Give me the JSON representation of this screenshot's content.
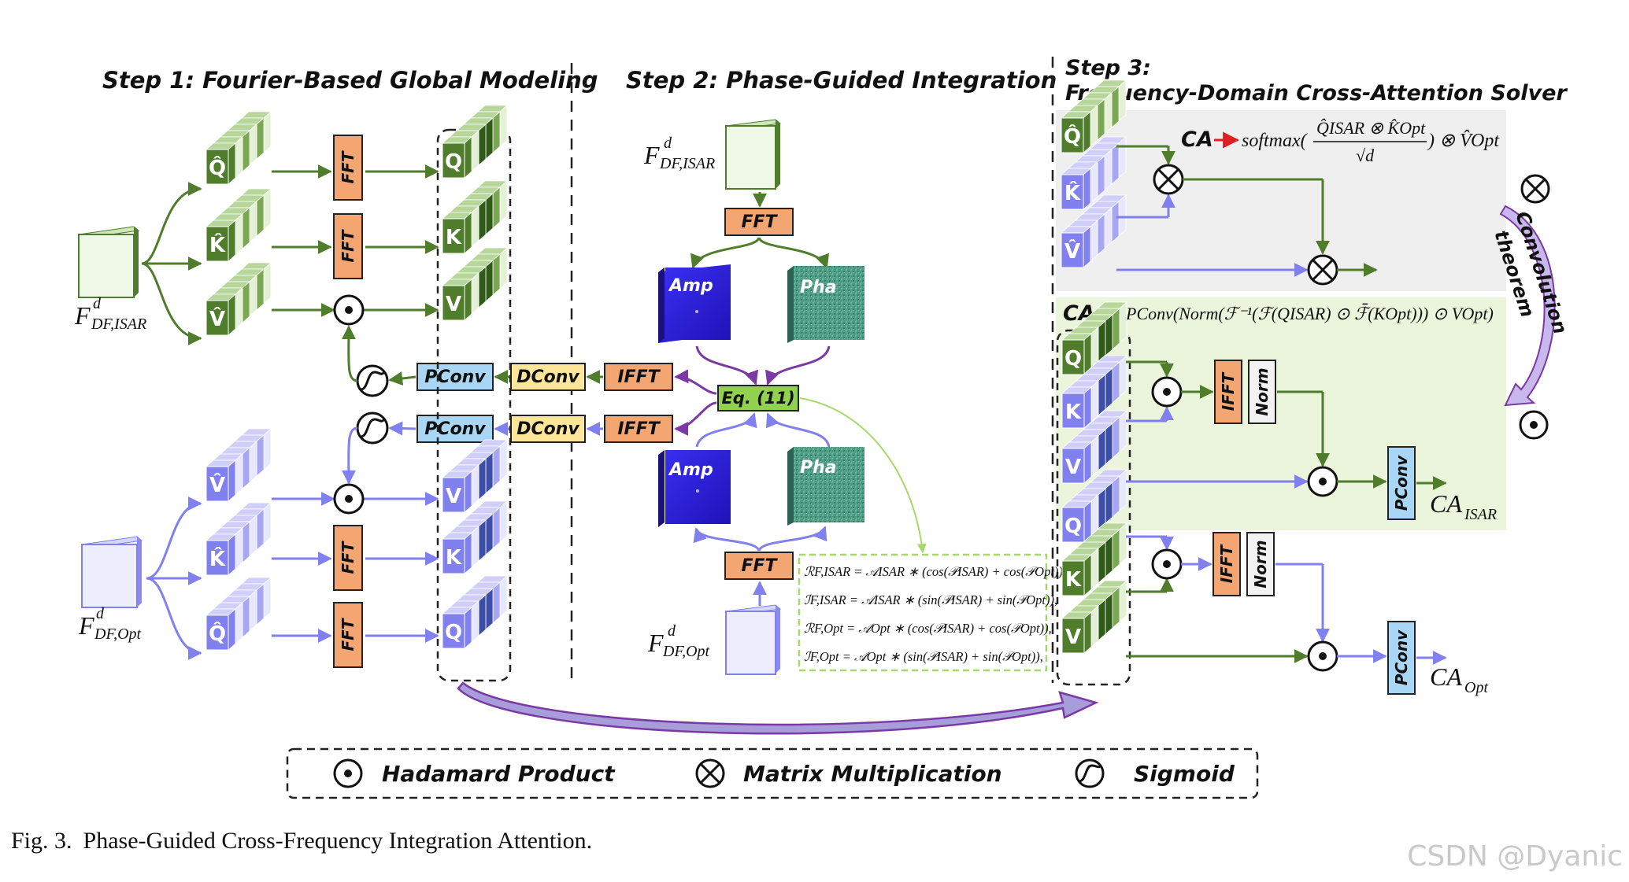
{
  "steps": {
    "step1": "Step 1: Fourier-Based Global Modeling",
    "step2": "Step 2: Phase-Guided Integration",
    "step3_line1": "Step 3:",
    "step3_line2": "Frequency-Domain Cross-Attention Solver"
  },
  "blocks": {
    "fft": "FFT",
    "ifft": "IFFT",
    "pconv": "PConv",
    "dconv": "DConv",
    "norm": "Norm",
    "eq": "Eq. (11)",
    "amp": "Amp",
    "pha": "Pha"
  },
  "tensors": {
    "q": "Q",
    "k": "K",
    "v": "V",
    "q_hat": "Q̂",
    "k_hat": "K̂",
    "v_hat": "V̂"
  },
  "inputs": {
    "f_isar_main": "F",
    "f_isar_sup": "d",
    "f_isar_sub": "DF,ISAR",
    "f_opt_main": "F",
    "f_opt_sup": "d",
    "f_opt_sub": "DF,Opt"
  },
  "step3": {
    "ca_label": "CA",
    "formula1_prefix": "softmax(",
    "formula1_num": "Q̂ISAR ⊗ K̂Opt",
    "formula1_den": "√d",
    "formula1_suffix": ") ⊗ V̂Opt",
    "formula2": "PConv(Norm(ℱ⁻¹(ℱ(QISAR) ⊙ ℱ̄(KOpt))) ⊙ VOpt)",
    "convolution_theorem_1": "Convolution",
    "convolution_theorem_2": "theorem",
    "ca_isar_main": "CA",
    "ca_isar_sub": "ISAR",
    "ca_opt_main": "CA",
    "ca_opt_sub": "Opt"
  },
  "equations": [
    "ℛF,ISAR = 𝒜ISAR ∗ (cos(𝒫ISAR) + cos(𝒫Opt)),",
    "ℐF,ISAR = 𝒜ISAR ∗ (sin(𝒫ISAR) + sin(𝒫Opt)),",
    "ℛF,Opt = 𝒜Opt ∗ (cos(𝒫ISAR) + cos(𝒫Opt)),",
    "ℐF,Opt = 𝒜Opt ∗ (sin(𝒫ISAR) + sin(𝒫Opt)),"
  ],
  "legend": {
    "hadamard": "Hadamard Product",
    "matmul": "Matrix Multiplication",
    "sigmoid": "Sigmoid"
  },
  "caption": {
    "label": "Fig. 3.",
    "text": "Phase-Guided Cross-Frequency Integration Attention."
  },
  "watermark": "CSDN @Dyanic",
  "colors": {
    "green": "#4f7d2c",
    "purple": "#8080ee",
    "fft_fill": "#f4a672",
    "pconv_fill": "#a9d6f5",
    "dconv_fill": "#fde59a",
    "eq_fill": "#92d050",
    "amp_fill": "#2a1ed8",
    "pha_fill": "#4c9c84",
    "step3_gray": "#efefef",
    "step3_green": "#eaf5dc"
  }
}
